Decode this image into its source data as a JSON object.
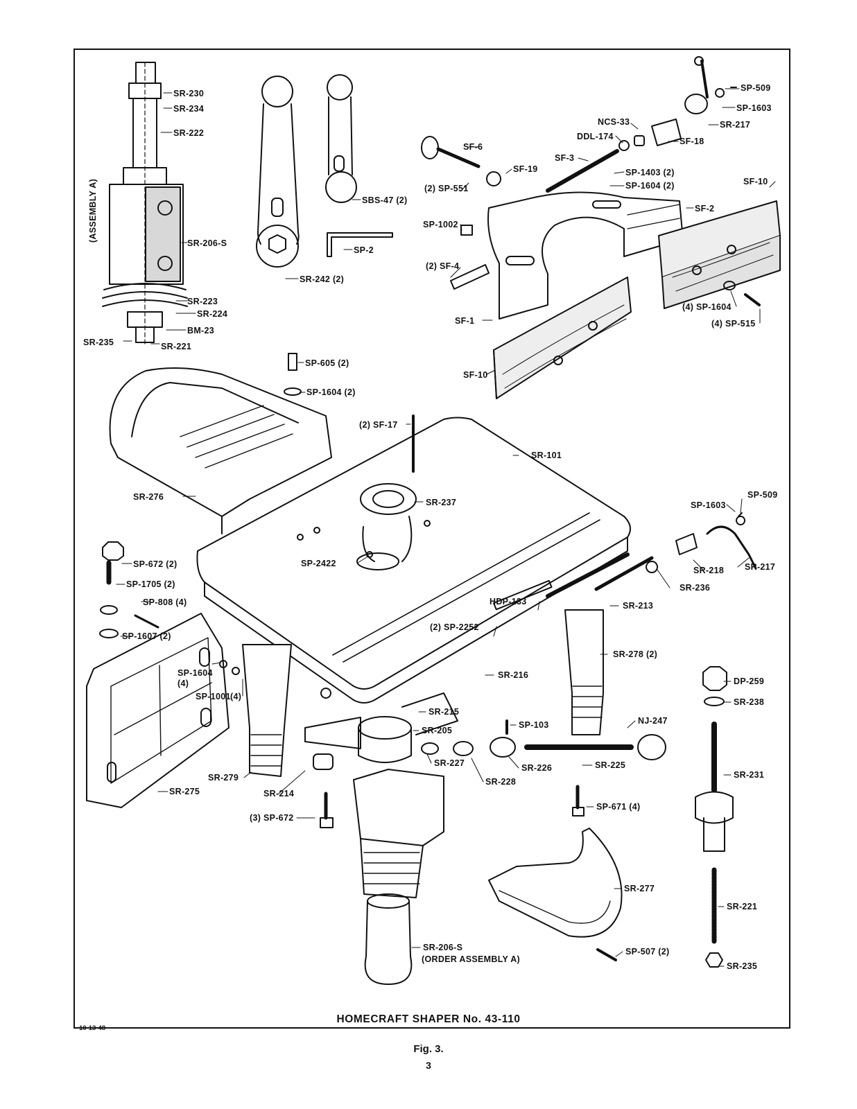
{
  "title": "HOMECRAFT SHAPER No. 43-110",
  "date_code": "10-13-48",
  "figure_label": "Fig. 3.",
  "page_number": "3",
  "assembly_label": "(ASSEMBLY A)",
  "labels": [
    {
      "id": "sr-230",
      "text": "SR-230"
    },
    {
      "id": "sr-234",
      "text": "SR-234"
    },
    {
      "id": "sr-222",
      "text": "SR-222"
    },
    {
      "id": "sr-206-s-top",
      "text": "SR-206-S"
    },
    {
      "id": "sr-223",
      "text": "SR-223"
    },
    {
      "id": "sr-224",
      "text": "SR-224"
    },
    {
      "id": "bm-23",
      "text": "BM-23"
    },
    {
      "id": "sr-235-top",
      "text": "SR-235"
    },
    {
      "id": "sr-221-top",
      "text": "SR-221"
    },
    {
      "id": "sbs-47",
      "text": "SBS-47 (2)"
    },
    {
      "id": "sp-2",
      "text": "SP-2"
    },
    {
      "id": "sr-242",
      "text": "SR-242 (2)"
    },
    {
      "id": "sp-509-top",
      "text": "SP-509"
    },
    {
      "id": "sp-1603-top",
      "text": "SP-1603"
    },
    {
      "id": "sr-217-top",
      "text": "SR-217"
    },
    {
      "id": "ncs-33",
      "text": "NCS-33"
    },
    {
      "id": "ddl-174",
      "text": "DDL-174"
    },
    {
      "id": "sf-18",
      "text": "SF-18"
    },
    {
      "id": "sf-6",
      "text": "SF-6"
    },
    {
      "id": "sf-3",
      "text": "SF-3"
    },
    {
      "id": "sf-19",
      "text": "SF-19"
    },
    {
      "id": "sp-551",
      "text": "(2) SP-551"
    },
    {
      "id": "sp-1403",
      "text": "SP-1403 (2)"
    },
    {
      "id": "sp-1604-sf",
      "text": "SP-1604 (2)"
    },
    {
      "id": "sf-10-top",
      "text": "SF-10"
    },
    {
      "id": "sf-2",
      "text": "SF-2"
    },
    {
      "id": "sp-1002",
      "text": "SP-1002"
    },
    {
      "id": "sf-4",
      "text": "(2) SF-4"
    },
    {
      "id": "sf-1",
      "text": "SF-1"
    },
    {
      "id": "sp-1604-4",
      "text": "(4) SP-1604"
    },
    {
      "id": "sp-515",
      "text": "(4) SP-515"
    },
    {
      "id": "sf-10-bottom",
      "text": "SF-10"
    },
    {
      "id": "sp-605",
      "text": "SP-605 (2)"
    },
    {
      "id": "sp-1604-guard",
      "text": "SP-1604 (2)"
    },
    {
      "id": "sf-17",
      "text": "(2) SF-17"
    },
    {
      "id": "sr-101",
      "text": "SR-101"
    },
    {
      "id": "sr-276",
      "text": "SR-276"
    },
    {
      "id": "sr-237",
      "text": "SR-237"
    },
    {
      "id": "sp-2422",
      "text": "SP-2422"
    },
    {
      "id": "sp-1603-mid",
      "text": "SP-1603"
    },
    {
      "id": "sp-509-mid",
      "text": "SP-509"
    },
    {
      "id": "sr-218",
      "text": "SR-218"
    },
    {
      "id": "sr-217-mid",
      "text": "SR-217"
    },
    {
      "id": "sr-236",
      "text": "SR-236"
    },
    {
      "id": "sp-672-2",
      "text": "SP-672 (2)"
    },
    {
      "id": "sp-1705",
      "text": "SP-1705 (2)"
    },
    {
      "id": "sp-808",
      "text": "SP-808 (4)"
    },
    {
      "id": "sp-1607",
      "text": "SP-1607 (2)"
    },
    {
      "id": "hdp-133",
      "text": "HDP-133"
    },
    {
      "id": "sr-213",
      "text": "SR-213"
    },
    {
      "id": "sp-2252",
      "text": "(2) SP-2252"
    },
    {
      "id": "sr-278",
      "text": "SR-278 (2)"
    },
    {
      "id": "sp-1604-side",
      "text": "SP-1604"
    },
    {
      "id": "sp-1604-side-qty",
      "text": "(4)"
    },
    {
      "id": "sp-1001",
      "text": "SP-1001"
    },
    {
      "id": "sp-1001-qty",
      "text": "(4)"
    },
    {
      "id": "sr-216",
      "text": "SR-216"
    },
    {
      "id": "dp-259",
      "text": "DP-259"
    },
    {
      "id": "sr-238",
      "text": "SR-238"
    },
    {
      "id": "sr-215",
      "text": "SR-215"
    },
    {
      "id": "sr-205",
      "text": "SR-205"
    },
    {
      "id": "sp-103",
      "text": "SP-103"
    },
    {
      "id": "nj-247",
      "text": "NJ-247"
    },
    {
      "id": "sr-279",
      "text": "SR-279"
    },
    {
      "id": "sr-227",
      "text": "SR-227"
    },
    {
      "id": "sr-226",
      "text": "SR-226"
    },
    {
      "id": "sr-225",
      "text": "SR-225"
    },
    {
      "id": "sr-231",
      "text": "SR-231"
    },
    {
      "id": "sr-214",
      "text": "SR-214"
    },
    {
      "id": "sr-228",
      "text": "SR-228"
    },
    {
      "id": "sr-275",
      "text": "SR-275"
    },
    {
      "id": "sp-671",
      "text": "SP-671 (4)"
    },
    {
      "id": "sp-672-3",
      "text": "(3) SP-672"
    },
    {
      "id": "sr-277",
      "text": "SR-277"
    },
    {
      "id": "sr-221-right",
      "text": "SR-221"
    },
    {
      "id": "sr-206-s-bottom",
      "text": "SR-206-S"
    },
    {
      "id": "order-assembly",
      "text": "(ORDER ASSEMBLY A)"
    },
    {
      "id": "sp-507",
      "text": "SP-507 (2)"
    },
    {
      "id": "sr-235-right",
      "text": "SR-235"
    }
  ]
}
